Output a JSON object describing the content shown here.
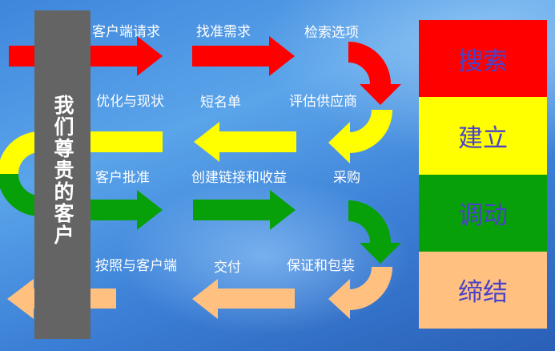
{
  "sidebar_label": "我们尊贵的客户",
  "rows": [
    {
      "color": "#ff0000",
      "labels": [
        "客户端请求",
        "找准需求",
        "检索选项"
      ]
    },
    {
      "color": "#ffff00",
      "labels": [
        "优化与现状",
        "短名单",
        "评估供应商"
      ]
    },
    {
      "color": "#08a008",
      "labels": [
        "客户批准",
        "创建链接和收益",
        "采购"
      ]
    },
    {
      "color": "#ffc080",
      "labels": [
        "按照与客户端",
        "交付",
        "保证和包装"
      ]
    }
  ],
  "stages": [
    {
      "label": "搜索",
      "color": "#ff0000"
    },
    {
      "label": "建立",
      "color": "#ffff00"
    },
    {
      "label": "调动",
      "color": "#08a008"
    },
    {
      "label": "缔结",
      "color": "#ffc080"
    }
  ]
}
